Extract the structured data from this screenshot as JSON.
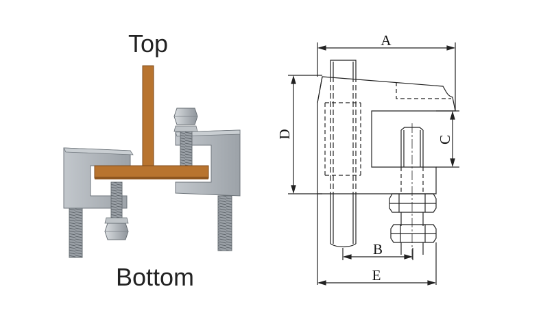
{
  "labels": {
    "top": "Top",
    "bottom": "Bottom"
  },
  "dimensions": {
    "a": "A",
    "b": "B",
    "c": "C",
    "d": "D",
    "e": "E"
  },
  "colors": {
    "beam": "#B8742F",
    "beam_dark": "#8E5620",
    "clamp": "#AEB4BA",
    "clamp_dark": "#858C93",
    "bolt": "#8A9096",
    "line": "#222222"
  }
}
